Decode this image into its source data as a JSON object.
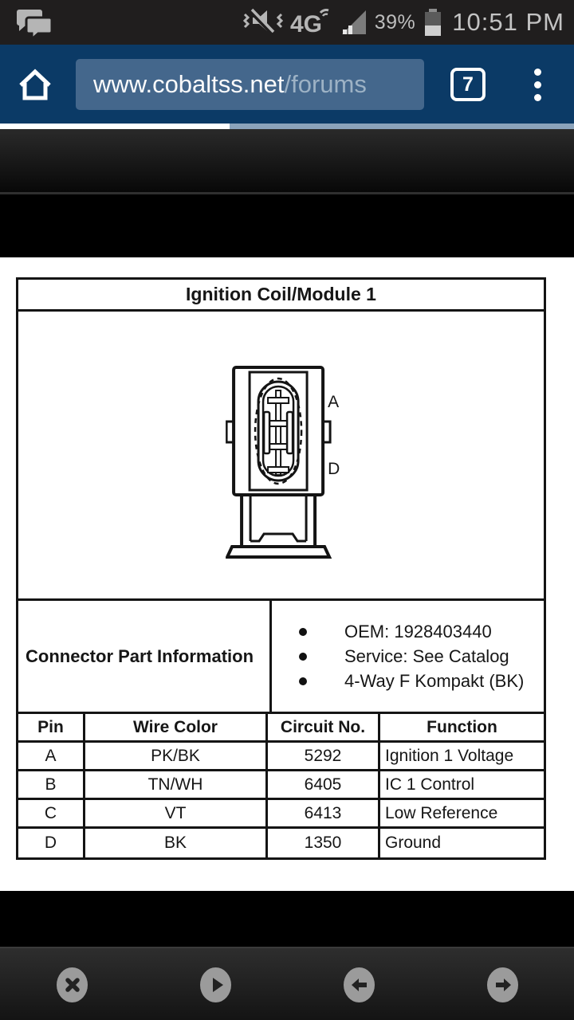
{
  "status_bar": {
    "time": "10:51 PM",
    "battery_percent": "39%",
    "network_label": "4G",
    "icons": [
      "chat-notification-icon",
      "vibrate-mute-icon",
      "signal-strength-icon",
      "battery-icon"
    ]
  },
  "browser": {
    "url_host": "www.cobaltss.net",
    "url_path": "/forums",
    "tab_count": "7",
    "progress_percent": 40
  },
  "page": {
    "title": "Ignition Coil/Module 1",
    "connector": {
      "label_top": "A",
      "label_bottom": "D"
    },
    "part_info": {
      "label": "Connector Part Information",
      "bullets": [
        "OEM: 1928403440",
        "Service: See Catalog",
        "4-Way F Kompakt (BK)"
      ]
    },
    "pin_table": {
      "headers": [
        "Pin",
        "Wire Color",
        "Circuit No.",
        "Function"
      ],
      "rows": [
        {
          "pin": "A",
          "wire_color": "PK/BK",
          "circuit_no": "5292",
          "function": "Ignition 1 Voltage"
        },
        {
          "pin": "B",
          "wire_color": "TN/WH",
          "circuit_no": "6405",
          "function": "IC 1 Control"
        },
        {
          "pin": "C",
          "wire_color": "VT",
          "circuit_no": "6413",
          "function": "Low Reference"
        },
        {
          "pin": "D",
          "wire_color": "BK",
          "circuit_no": "1350",
          "function": "Ground"
        }
      ]
    }
  },
  "nav_bar": {
    "buttons": [
      "close",
      "play",
      "back",
      "forward"
    ]
  },
  "colors": {
    "chrome_navy": "#0b3a66",
    "url_field_blue": "#44678c",
    "progress_done": "#ffffff",
    "progress_rest": "#8ba3bb",
    "status_bar_bg": "#201e1e",
    "nav_button_gray": "#9b9b9b"
  }
}
